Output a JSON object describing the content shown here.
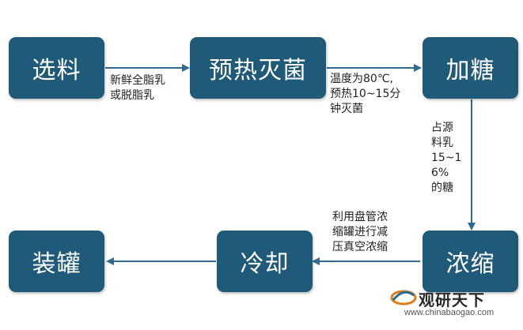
{
  "steps": {
    "select": "选料",
    "preheat": "预热灭菌",
    "sugar": "加糖",
    "concentrate": "浓缩",
    "cool": "冷却",
    "can": "装罐"
  },
  "notes": {
    "milk": [
      "新鲜全脂乳",
      "或脱脂乳"
    ],
    "heat": [
      "温度为80℃,",
      "预热10~15分",
      "钟灭菌"
    ],
    "sugar_amount": [
      "占源",
      "料乳",
      "15~1",
      "6%",
      "的糖"
    ],
    "vacuum": [
      "利用盘管浓",
      "缩罐进行减",
      "压真空浓缩"
    ]
  },
  "watermark": {
    "brand": "观研天下",
    "url": "www.chinabaogao.com"
  },
  "colors": {
    "box": "#1f5a78",
    "arrow": "#2e6b8f"
  }
}
